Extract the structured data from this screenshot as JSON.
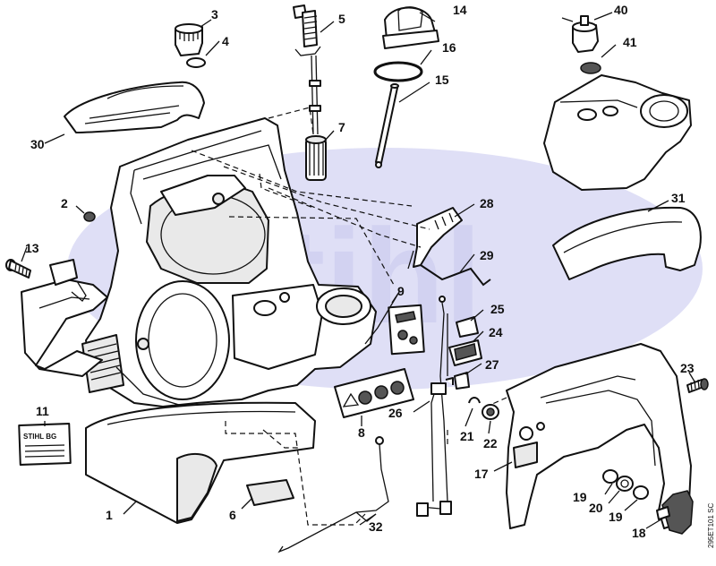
{
  "drawing_code": "295ET101 SC",
  "watermark_text": "stihl",
  "colors": {
    "watermark_ellipse": "#b8b8ea",
    "ink": "#111111"
  },
  "labels": [
    {
      "id": "p1",
      "text": "1"
    },
    {
      "id": "p2",
      "text": "2"
    },
    {
      "id": "p3",
      "text": "3"
    },
    {
      "id": "p4",
      "text": "4"
    },
    {
      "id": "p5",
      "text": "5"
    },
    {
      "id": "p6",
      "text": "6"
    },
    {
      "id": "p7",
      "text": "7"
    },
    {
      "id": "p8",
      "text": "8"
    },
    {
      "id": "p9",
      "text": "9"
    },
    {
      "id": "p11",
      "text": "11"
    },
    {
      "id": "p13",
      "text": "13"
    },
    {
      "id": "p14",
      "text": "14"
    },
    {
      "id": "p15",
      "text": "15"
    },
    {
      "id": "p16",
      "text": "16"
    },
    {
      "id": "p17",
      "text": "17"
    },
    {
      "id": "p18",
      "text": "18"
    },
    {
      "id": "p19a",
      "text": "19"
    },
    {
      "id": "p19b",
      "text": "19"
    },
    {
      "id": "p20",
      "text": "20"
    },
    {
      "id": "p21",
      "text": "21"
    },
    {
      "id": "p22",
      "text": "22"
    },
    {
      "id": "p23",
      "text": "23"
    },
    {
      "id": "p24",
      "text": "24"
    },
    {
      "id": "p25",
      "text": "25"
    },
    {
      "id": "p26",
      "text": "26"
    },
    {
      "id": "p27",
      "text": "27"
    },
    {
      "id": "p28",
      "text": "28"
    },
    {
      "id": "p29",
      "text": "29"
    },
    {
      "id": "p30",
      "text": "30"
    },
    {
      "id": "p31",
      "text": "31"
    },
    {
      "id": "p32",
      "text": "32"
    },
    {
      "id": "p40",
      "text": "40"
    },
    {
      "id": "p41",
      "text": "41"
    }
  ]
}
